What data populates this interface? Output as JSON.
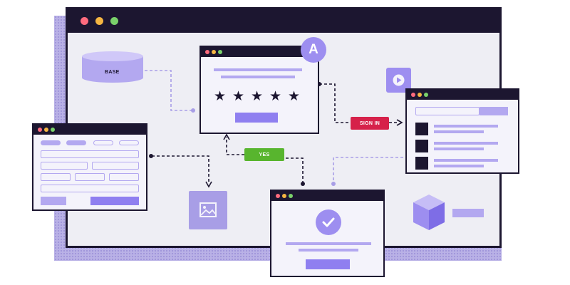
{
  "database": {
    "label": "BASE"
  },
  "profile": {
    "initial": "A"
  },
  "rating": {
    "stars": [
      "★",
      "★",
      "★",
      "★",
      "★"
    ],
    "star_count": 5
  },
  "flow": {
    "sign_in_label": "SIGN IN",
    "yes_label": "YES"
  },
  "colors": {
    "frame": "#1c1630",
    "accent": "#8f7ff0",
    "light_accent": "#b3a8f0",
    "background": "#eeeef4",
    "sign_in_tag": "#d6214a",
    "yes_tag": "#58b52e",
    "dot_red": "#ff6b7e",
    "dot_yellow": "#f5b642",
    "dot_green": "#7ad16b"
  },
  "icons": {
    "play": "play-icon",
    "image": "image-icon",
    "check": "check-icon",
    "cube": "cube-icon",
    "database": "database-icon"
  }
}
